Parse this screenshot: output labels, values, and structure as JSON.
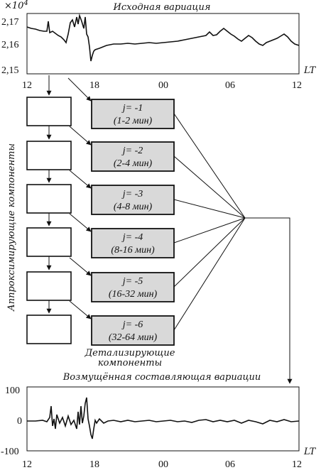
{
  "top_plot": {
    "multiplier": "×10",
    "multiplier_exp": "4",
    "title": "Исходная вариация",
    "y_ticks": [
      "2,17",
      "2,16",
      "2,15"
    ],
    "x_ticks": [
      "12",
      "18",
      "00",
      "06",
      "12"
    ],
    "x_unit": "LT"
  },
  "vertical_label": "Аппроксимирующие компоненты",
  "detail_boxes": [
    {
      "j": "j= -1",
      "range": "(1-2 мин)"
    },
    {
      "j": "j= -2",
      "range": "(2-4 мин)"
    },
    {
      "j": "j= -3",
      "range": "(4-8 мин)"
    },
    {
      "j": "j= -4",
      "range": "(8-16 мин)"
    },
    {
      "j": "j= -5",
      "range": "(16-32 мин)"
    },
    {
      "j": "j= -6",
      "range": "(32-64 мин)"
    }
  ],
  "detail_caption": [
    "Детализирующие",
    "компоненты"
  ],
  "bottom_plot": {
    "title": "Возмущённая составляющая вариации",
    "y_ticks": [
      "100",
      "0",
      "-100"
    ],
    "x_ticks": [
      "12",
      "18",
      "00",
      "06",
      "12"
    ],
    "x_unit": "LT"
  }
}
